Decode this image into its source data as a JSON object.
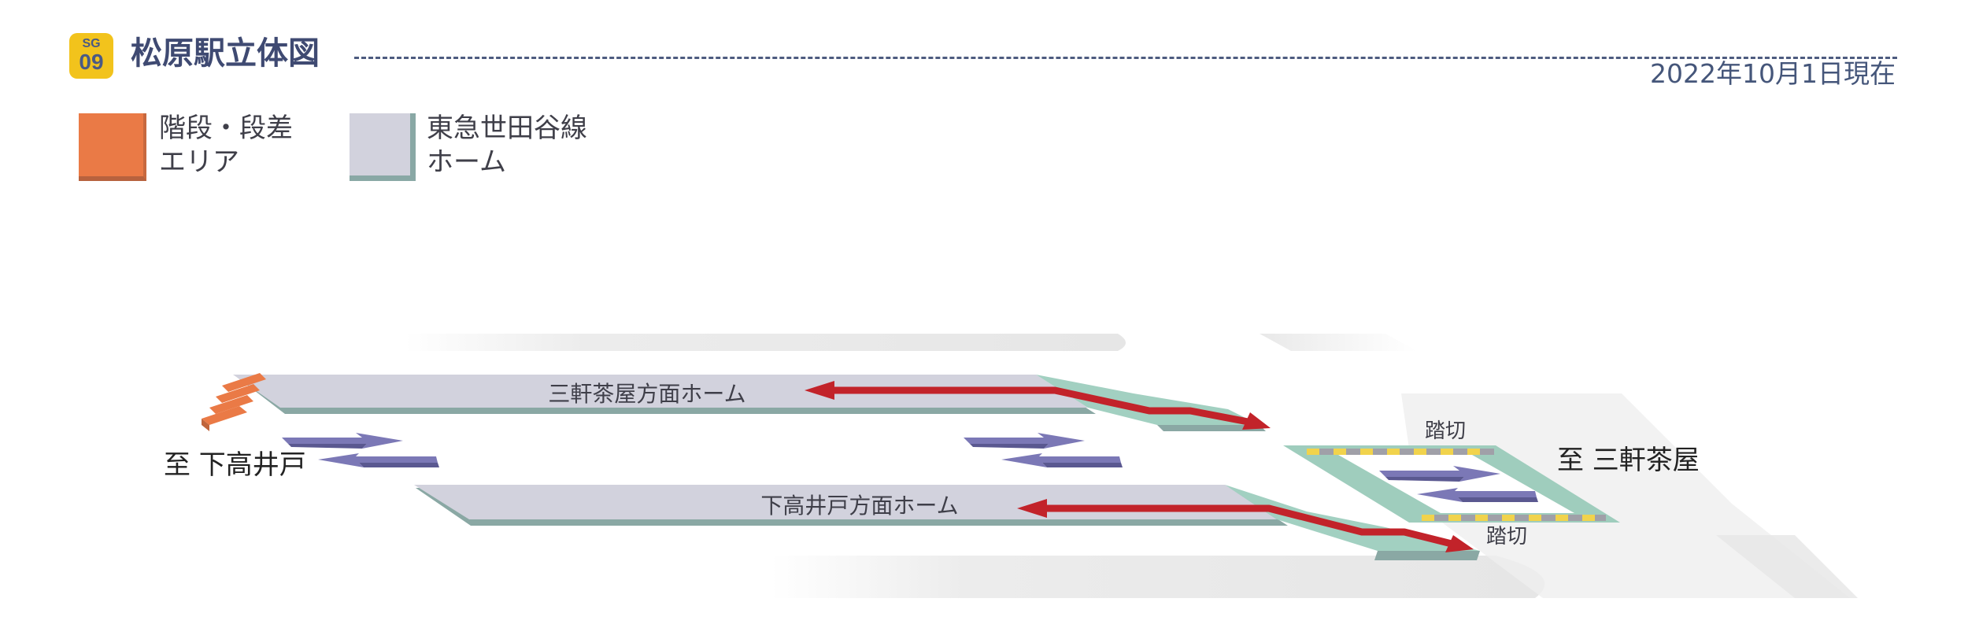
{
  "header": {
    "line_code": "SG",
    "station_number": "09",
    "title": "松原駅立体図",
    "as_of": "2022年10月1日現在"
  },
  "legend": {
    "stairs": {
      "line1": "階段・段差",
      "line2": "エリア",
      "color": "#ea7a46"
    },
    "platform": {
      "line1": "東急世田谷線",
      "line2": "ホーム",
      "color": "#d2d2dd"
    }
  },
  "diagram": {
    "platform_upper": "三軒茶屋方面ホーム",
    "platform_lower": "下高井戸方面ホーム",
    "direction_west": "至 下高井戸",
    "direction_east": "至 三軒茶屋",
    "crossing_upper": "踏切",
    "crossing_lower": "踏切",
    "colors": {
      "route_arrow": "#c2232a",
      "track_arrow": "#7b78b6",
      "ramp": "#97c9b9",
      "crossing_stripe": "#f1d34c"
    }
  }
}
